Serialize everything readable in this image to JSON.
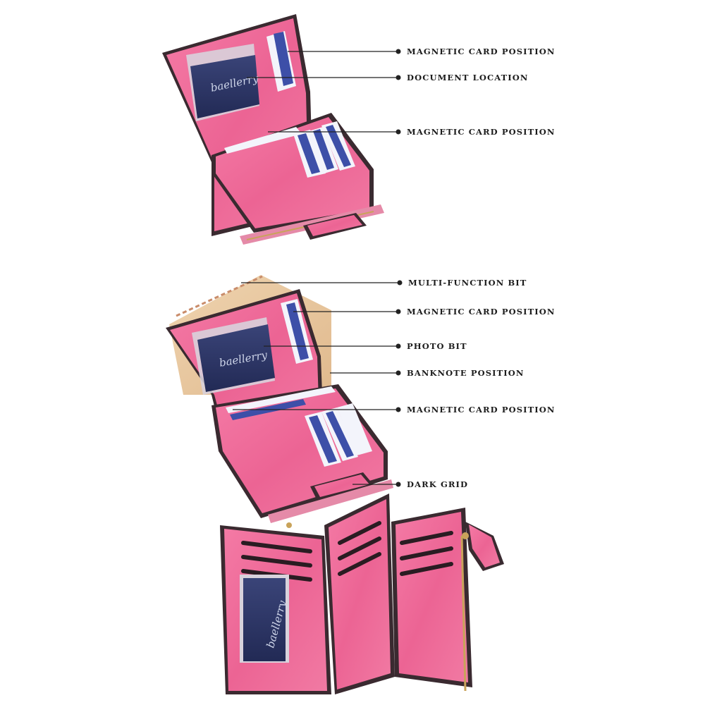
{
  "brand": "baellerry",
  "colors": {
    "leather": "#f06a9a",
    "leather_dark": "#d94f80",
    "edge": "#3a2a30",
    "window": "#2b3566",
    "card_blue": "#3d4fa8",
    "card_white": "#f3f4fb",
    "banknote": "#e8c9a2",
    "zipper": "#c9a35a"
  },
  "callouts": [
    {
      "label": "MAGNETIC CARD POSITION"
    },
    {
      "label": "DOCUMENT LOCATION"
    },
    {
      "label": "MAGNETIC CARD POSITION"
    },
    {
      "label": "MULTI-FUNCTION BIT"
    },
    {
      "label": "MAGNETIC CARD POSITION"
    },
    {
      "label": "PHOTO BIT"
    },
    {
      "label": "BANKNOTE POSITION"
    },
    {
      "label": "MAGNETIC CARD POSITION"
    },
    {
      "label": "DARK GRID"
    }
  ]
}
